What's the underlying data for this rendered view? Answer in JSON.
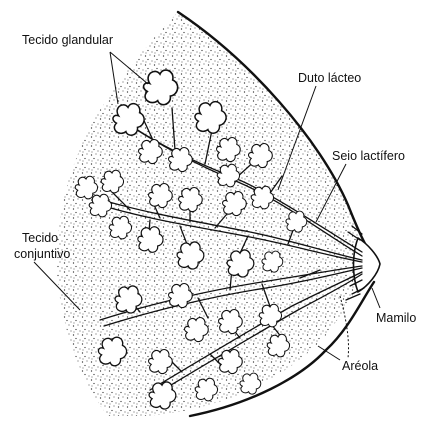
{
  "labels": {
    "glandular": "Tecido glandular",
    "duct": "Duto lácteo",
    "sinus": "Seio lactífero",
    "connective_line1": "Tecido",
    "connective_line2": "conjuntivo",
    "nipple": "Mamilo",
    "areola": "Aréola"
  }
}
